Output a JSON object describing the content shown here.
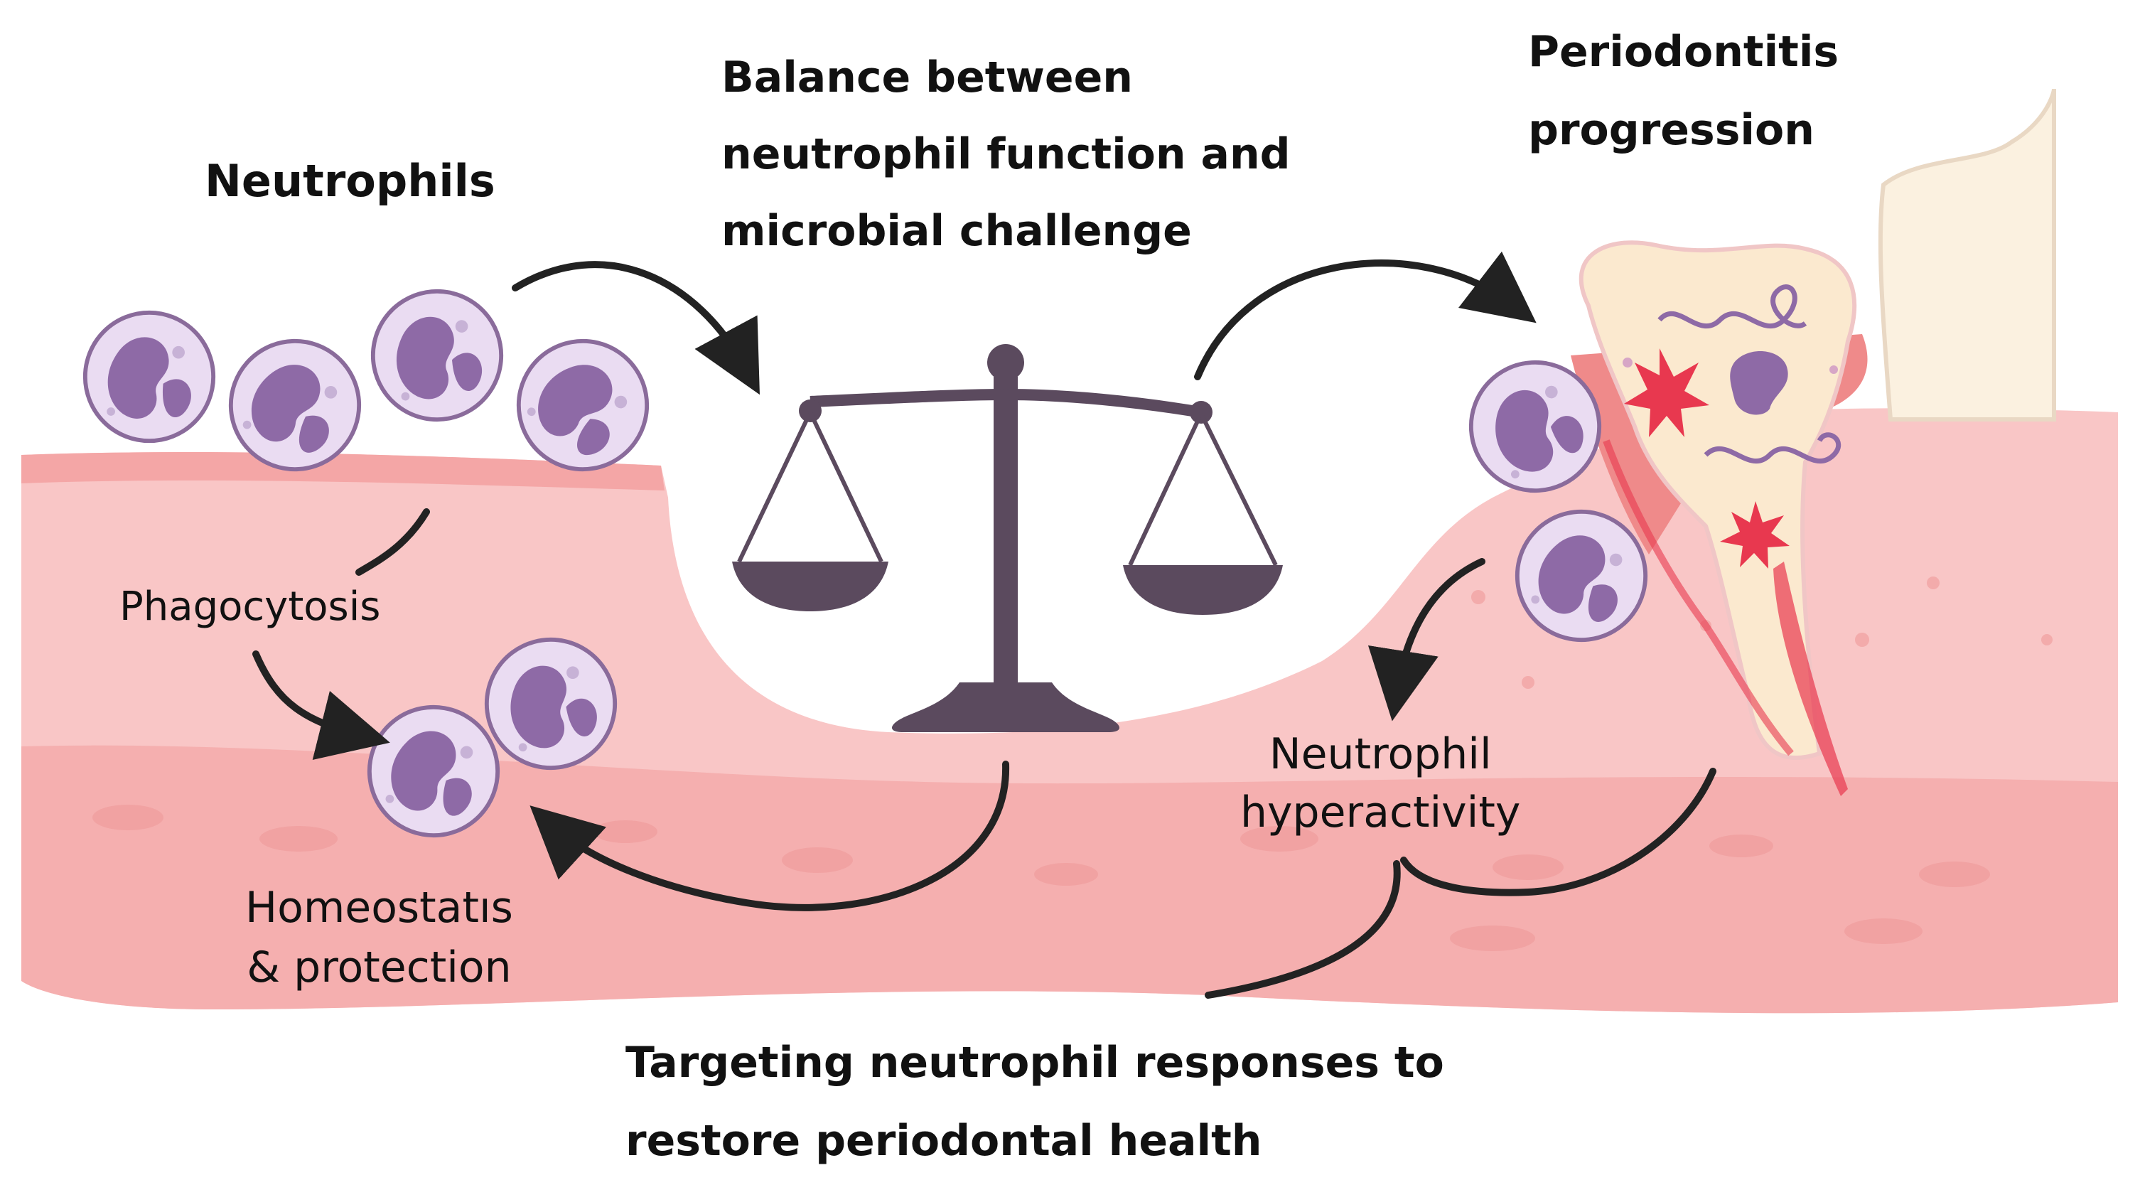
{
  "labels": {
    "neutrophils": "Neutrophils",
    "balance_line1": "Balance between",
    "balance_line2": "neutrophil function and",
    "balance_line3": "microbial challenge",
    "periodontitis_line1": "Periodontitis",
    "periodontitis_line2": "progression",
    "phagocytosis": "Phagocytosis",
    "homeostasis_line1": "Homeostatıs",
    "homeostasis_line2": "& protection",
    "hyperactivity_line1": "Neutrophil",
    "hyperactivity_line2": "hyperactivity",
    "targeting_line1": "Targeting neutrophil responses to",
    "targeting_line2": "restore periodontal health"
  },
  "colors": {
    "gum_light": "#f9c6c6",
    "gum_mid": "#f4aaaa",
    "gum_deep": "#ef9a9a",
    "scale": "#5b4a5e",
    "cell_fill": "#eadcf2",
    "cell_stroke": "#8a6b9b",
    "nucleus": "#8e6aa6",
    "tooth": "#fbe9cf",
    "inflammation": "#e8384f",
    "arrow": "#222222"
  },
  "icons": [
    "neutrophil-icon",
    "balance-scale-icon",
    "tooth-icon",
    "bacteria-icon",
    "inflammation-burst-icon"
  ]
}
